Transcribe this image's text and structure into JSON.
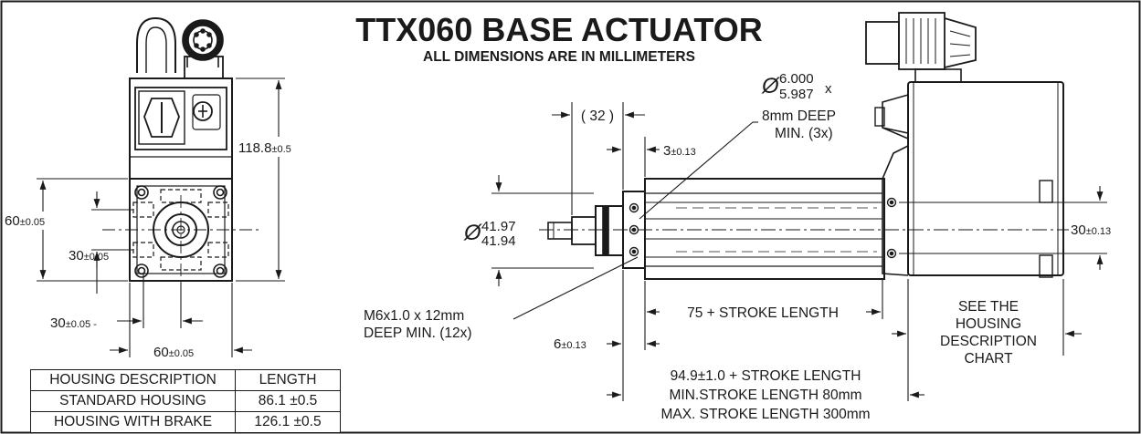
{
  "title": "TTX060 BASE ACTUATOR",
  "subtitle": "ALL DIMENSIONS ARE IN MILLIMETERS",
  "front_view": {
    "height_main": "118.8",
    "height_tol": "±0.5",
    "height_60": "60",
    "height_60_tol": "±0.05",
    "height_30": "30",
    "height_30_tol": "±0.05",
    "width_30": "30",
    "width_30_tol": "±0.05 -",
    "width_60": "60",
    "width_60_tol": "±0.05"
  },
  "side_view": {
    "dim_32": "( 32 )",
    "dim_3": "3",
    "dim_3_tol": "±0.13",
    "hole_dia_upper": "6.000",
    "hole_dia_lower": "5.987",
    "hole_x": "x",
    "hole_note_1": "8mm DEEP",
    "hole_note_2": "MIN. (3x)",
    "shaft_dia_upper": "41.97",
    "shaft_dia_lower": "41.94",
    "dim_30": "30",
    "dim_30_tol": "±0.13",
    "thread_note_1": "M6x1.0 x 12mm",
    "thread_note_2": "DEEP MIN. (12x)",
    "dim_6": "6",
    "dim_6_tol": "±0.13",
    "stroke_75": "75 + STROKE LENGTH",
    "housing_note_1": "SEE THE",
    "housing_note_2": "HOUSING",
    "housing_note_3": "DESCRIPTION",
    "housing_note_4": "CHART",
    "overall_1": "94.9±1.0 + STROKE LENGTH",
    "overall_2": "MIN.STROKE LENGTH 80mm",
    "overall_3": "MAX. STROKE LENGTH 300mm",
    "diameter_symbol": "Ø"
  },
  "housing_table": {
    "headers": [
      "HOUSING DESCRIPTION",
      "LENGTH"
    ],
    "rows": [
      [
        "STANDARD HOUSING",
        "86.1 ±0.5"
      ],
      [
        "HOUSING WITH BRAKE",
        "126.1 ±0.5"
      ]
    ]
  }
}
